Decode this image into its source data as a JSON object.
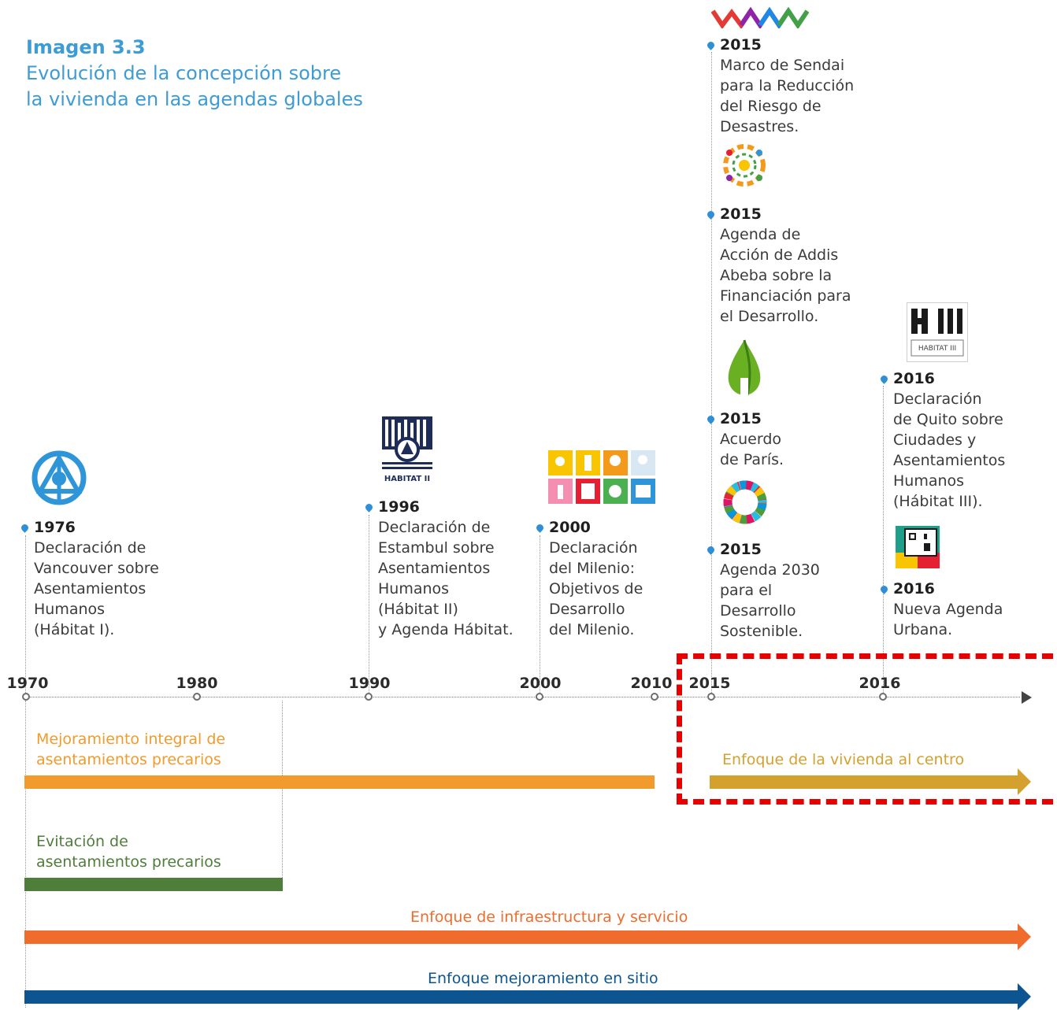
{
  "title": {
    "line1": "Imagen 3.3",
    "line2": "Evolución de la concepción sobre",
    "line3": "la vivienda en las agendas globales"
  },
  "events": [
    {
      "year": "1976",
      "description": "Declaración de\nVancouver sobre\nAsentamientos\nHumanos\n(Hábitat I)."
    },
    {
      "year": "1996",
      "description": "Declaración de\nEstambul sobre\nAsentamientos\nHumanos\n(Hábitat II)\ny Agenda Hábitat."
    },
    {
      "year": "2000",
      "description": "Declaración\ndel Milenio:\nObjetivos de\nDesarrollo\ndel Milenio."
    },
    {
      "year": "2015",
      "description": "Marco de Sendai\npara la Reducción\ndel Riesgo de\nDesastres."
    },
    {
      "year": "2015",
      "description": "Agenda de\nAcción de Addis\nAbeba sobre la\nFinanciación para\nel Desarrollo."
    },
    {
      "year": "2015",
      "description": "Acuerdo\nde París."
    },
    {
      "year": "2015",
      "description": "Agenda 2030\npara el\nDesarrollo\nSostenible."
    },
    {
      "year": "2016",
      "description": "Declaración\nde Quito sobre\nCiudades y\nAsentamientos\nHumanos\n(Hábitat III)."
    },
    {
      "year": "2016",
      "description": "Nueva Agenda\nUrbana."
    }
  ],
  "axis": {
    "ticks": [
      "1970",
      "1980",
      "1990",
      "2000",
      "2010",
      "2015",
      "2016"
    ]
  },
  "logos": {
    "habitat3_text": "HABITAT III",
    "istanbul_text": "HABITAT II"
  },
  "bars": [
    {
      "label": "Mejoramiento integral de\nasentamientos precarios",
      "color": "#f29a2b"
    },
    {
      "label": "Enfoque de la vivienda al centro",
      "color": "#d4a12e"
    },
    {
      "label": "Evitación de\nasentamientos precarios",
      "color": "#4f7d3a"
    },
    {
      "label": "Enfoque de infraestructura y servicio",
      "color": "#ef6c2d"
    },
    {
      "label": "Enfoque mejoramiento en sitio",
      "color": "#0c5590"
    }
  ],
  "colors": {
    "title": "#3d9bd6",
    "highlight": "#e60000",
    "marker": "#2e8fd6"
  },
  "icons": [
    "habitat-i-logo",
    "istanbul-habitat-ii-logo",
    "mdg-icons",
    "sendai-logo",
    "addis-abeba-logo",
    "paris-leaf-logo",
    "sdg-wheel-logo",
    "habitat-iii-logo",
    "new-urban-agenda-logo"
  ]
}
